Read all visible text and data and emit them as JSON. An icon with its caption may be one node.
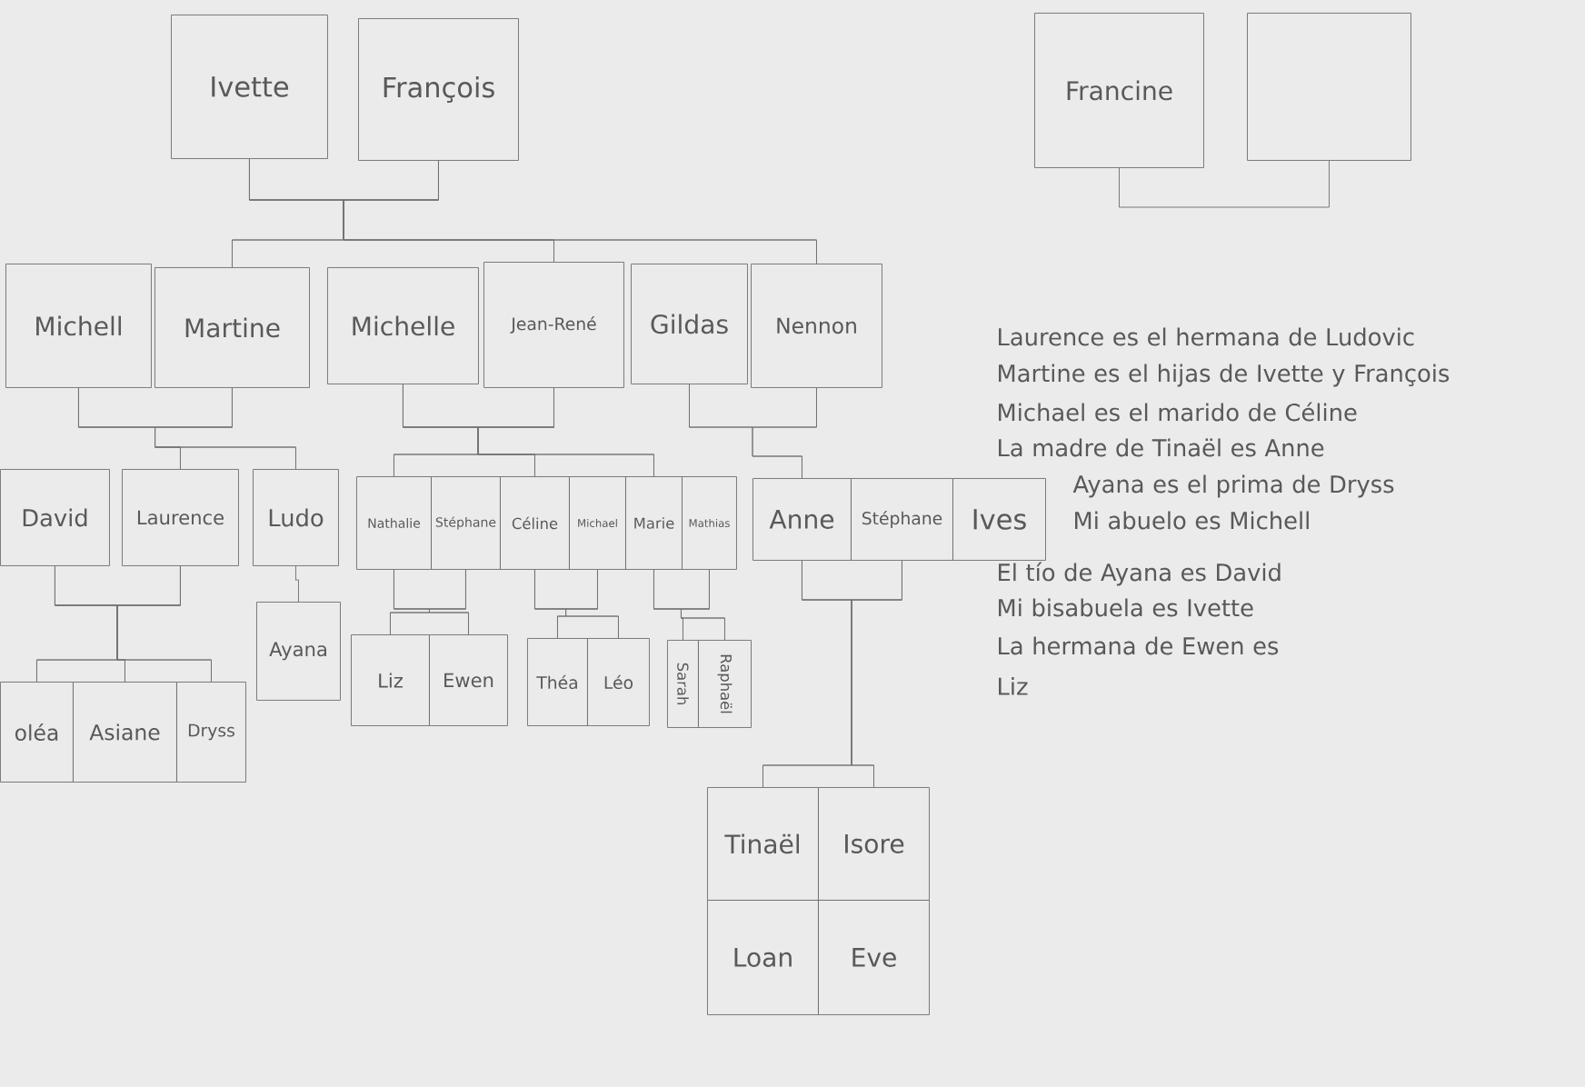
{
  "diagram": {
    "nodes": [
      {
        "text": [
          "Ivette"
        ]
      },
      {
        "text": [
          "François"
        ]
      },
      {
        "text": [
          "Francine"
        ]
      },
      {
        "text": [],
        "shape": "box"
      },
      {
        "text": [
          "Michell"
        ]
      },
      {
        "text": [
          "Martine"
        ]
      },
      {
        "text": [
          "Michelle"
        ]
      },
      {
        "text": [
          "Jean-René"
        ]
      },
      {
        "text": [
          "Gildas"
        ]
      },
      {
        "text": [
          "Nennon"
        ]
      },
      {
        "text": [
          "David"
        ]
      },
      {
        "text": [
          "Laurence"
        ]
      },
      {
        "text": [
          "Ludo"
        ]
      },
      {
        "text": [
          "Nathalie"
        ]
      },
      {
        "text": [
          "Stéphane"
        ]
      },
      {
        "text": [
          "Céline"
        ]
      },
      {
        "text": [
          "Michael"
        ]
      },
      {
        "text": [
          "Marie"
        ]
      },
      {
        "text": [
          "Mathias"
        ]
      },
      {
        "text": [
          "Anne"
        ]
      },
      {
        "text": [
          "Stéphane"
        ]
      },
      {
        "text": [
          "Ives"
        ]
      },
      {
        "text": [
          "Ayana"
        ]
      },
      {
        "text": [
          "Liz"
        ]
      },
      {
        "text": [
          "Ewen"
        ]
      },
      {
        "text": [
          "Théa"
        ]
      },
      {
        "text": [
          "Léo"
        ]
      },
      {
        "text": [
          "Sarah"
        ]
      },
      {
        "text": [
          "Raphaël"
        ]
      },
      {
        "text": [
          "oléa"
        ]
      },
      {
        "text": [
          "Asiane"
        ]
      },
      {
        "text": [
          "Dryss"
        ]
      },
      {
        "text": [
          "Tinaël"
        ]
      },
      {
        "text": [
          "Isore"
        ]
      },
      {
        "text": [
          "Loan"
        ]
      },
      {
        "text": [
          "Eve"
        ]
      }
    ],
    "edges": [
      {
        "from": 0,
        "to": 1,
        "arrow": "none"
      },
      {
        "from": 2,
        "to": 3,
        "arrow": "none"
      },
      {
        "from": 4,
        "to": 5,
        "arrow": "none"
      },
      {
        "from": 6,
        "to": 7,
        "arrow": "none"
      },
      {
        "from": 8,
        "to": 9,
        "arrow": "none"
      },
      {
        "from": 10,
        "to": 11,
        "arrow": "none"
      },
      {
        "from": 13,
        "to": 14,
        "arrow": "none"
      },
      {
        "from": 15,
        "to": 16,
        "arrow": "none"
      },
      {
        "from": 17,
        "to": 18,
        "arrow": "none"
      },
      {
        "from": 19,
        "to": 20,
        "arrow": "none"
      },
      {
        "from": 0,
        "to": 5,
        "arrow": "none"
      },
      {
        "from": 1,
        "to": 5,
        "arrow": "none"
      },
      {
        "from": 0,
        "to": 7,
        "arrow": "none"
      },
      {
        "from": 1,
        "to": 7,
        "arrow": "none"
      },
      {
        "from": 0,
        "to": 9,
        "arrow": "none"
      },
      {
        "from": 1,
        "to": 9,
        "arrow": "none"
      },
      {
        "from": 4,
        "to": 11,
        "arrow": "none"
      },
      {
        "from": 5,
        "to": 11,
        "arrow": "none"
      },
      {
        "from": 4,
        "to": 12,
        "arrow": "none"
      },
      {
        "from": 5,
        "to": 12,
        "arrow": "none"
      },
      {
        "from": 6,
        "to": 13,
        "arrow": "none"
      },
      {
        "from": 7,
        "to": 13,
        "arrow": "none"
      },
      {
        "from": 6,
        "to": 15,
        "arrow": "none"
      },
      {
        "from": 7,
        "to": 15,
        "arrow": "none"
      },
      {
        "from": 6,
        "to": 17,
        "arrow": "none"
      },
      {
        "from": 7,
        "to": 17,
        "arrow": "none"
      },
      {
        "from": 8,
        "to": 19,
        "arrow": "none"
      },
      {
        "from": 9,
        "to": 19,
        "arrow": "none"
      },
      {
        "from": 10,
        "to": 29,
        "arrow": "none"
      },
      {
        "from": 11,
        "to": 29,
        "arrow": "none"
      },
      {
        "from": 10,
        "to": 30,
        "arrow": "none"
      },
      {
        "from": 11,
        "to": 30,
        "arrow": "none"
      },
      {
        "from": 10,
        "to": 31,
        "arrow": "none"
      },
      {
        "from": 11,
        "to": 31,
        "arrow": "none"
      },
      {
        "from": 12,
        "to": 22,
        "arrow": "none"
      },
      {
        "from": 13,
        "to": 23,
        "arrow": "none"
      },
      {
        "from": 14,
        "to": 23,
        "arrow": "none"
      },
      {
        "from": 13,
        "to": 24,
        "arrow": "none"
      },
      {
        "from": 14,
        "to": 24,
        "arrow": "none"
      },
      {
        "from": 15,
        "to": 25,
        "arrow": "none"
      },
      {
        "from": 16,
        "to": 25,
        "arrow": "none"
      },
      {
        "from": 15,
        "to": 26,
        "arrow": "none"
      },
      {
        "from": 16,
        "to": 26,
        "arrow": "none"
      },
      {
        "from": 17,
        "to": 27,
        "arrow": "none"
      },
      {
        "from": 18,
        "to": 27,
        "arrow": "none"
      },
      {
        "from": 17,
        "to": 28,
        "arrow": "none"
      },
      {
        "from": 18,
        "to": 28,
        "arrow": "none"
      },
      {
        "from": 19,
        "to": 32,
        "arrow": "none"
      },
      {
        "from": 20,
        "to": 32,
        "arrow": "none"
      },
      {
        "from": 19,
        "to": 33,
        "arrow": "none"
      },
      {
        "from": 20,
        "to": 33,
        "arrow": "none"
      }
    ],
    "labels": [
      "Laurence es el hermana de Ludovic",
      "Martine es el hijas de Ivette y François",
      "Michael es el marido de Céline",
      "La madre de Tinaël es Anne",
      "Ayana es el prima de Dryss",
      "Mi abuelo es Michell",
      "El tío de Ayana es David",
      "Mi bisabuela es Ivette",
      "La hermana de Ewen es Liz"
    ]
  }
}
